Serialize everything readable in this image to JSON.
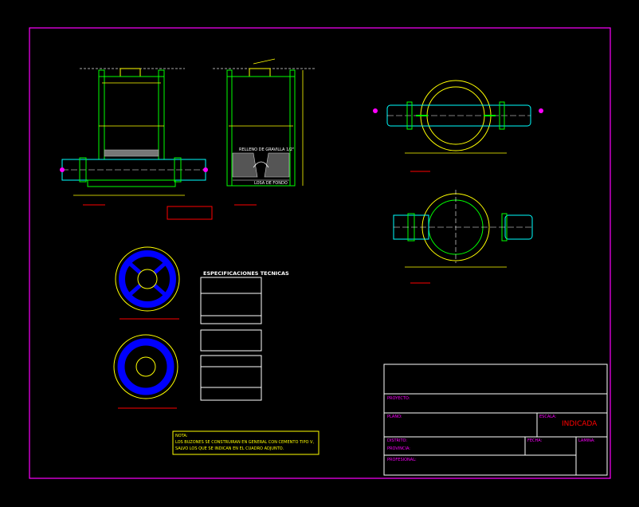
{
  "title_block": {
    "proyecto_label": "PROYECTO:",
    "plano_label": "PLANO:",
    "escala_label": "ESCALA:",
    "escala_value": "INDICADA",
    "distrito_label": "DISTRITO:",
    "provincia_label": "PROVINCIA:",
    "fecha_label": "FECHA:",
    "lamina_label": "LAMINA:",
    "profesional_label": "PROFESIONAL:"
  },
  "specs": {
    "title": "ESPECIFICACIONES TECNICAS"
  },
  "section_labels": {
    "fondo": "LOSA DE FONDO",
    "relleno": "RELLENO DE GRAVILLA 1/2\""
  },
  "note": {
    "title": "NOTA:",
    "line1": "LOS BUZONES SE CONSTRUIRAN EN GENERAL CON CEMENTO TIPO V,",
    "line2": "SALVO LOS QUE SE INDICAN EN EL CUADRO ADJUNTO."
  },
  "colors": {
    "frame": "#ff00ff",
    "structure": "#00ff00",
    "dimension": "#ffff00",
    "pipe": "#00ffff",
    "rebar": "#0000ff",
    "accent": "#ff0000"
  }
}
